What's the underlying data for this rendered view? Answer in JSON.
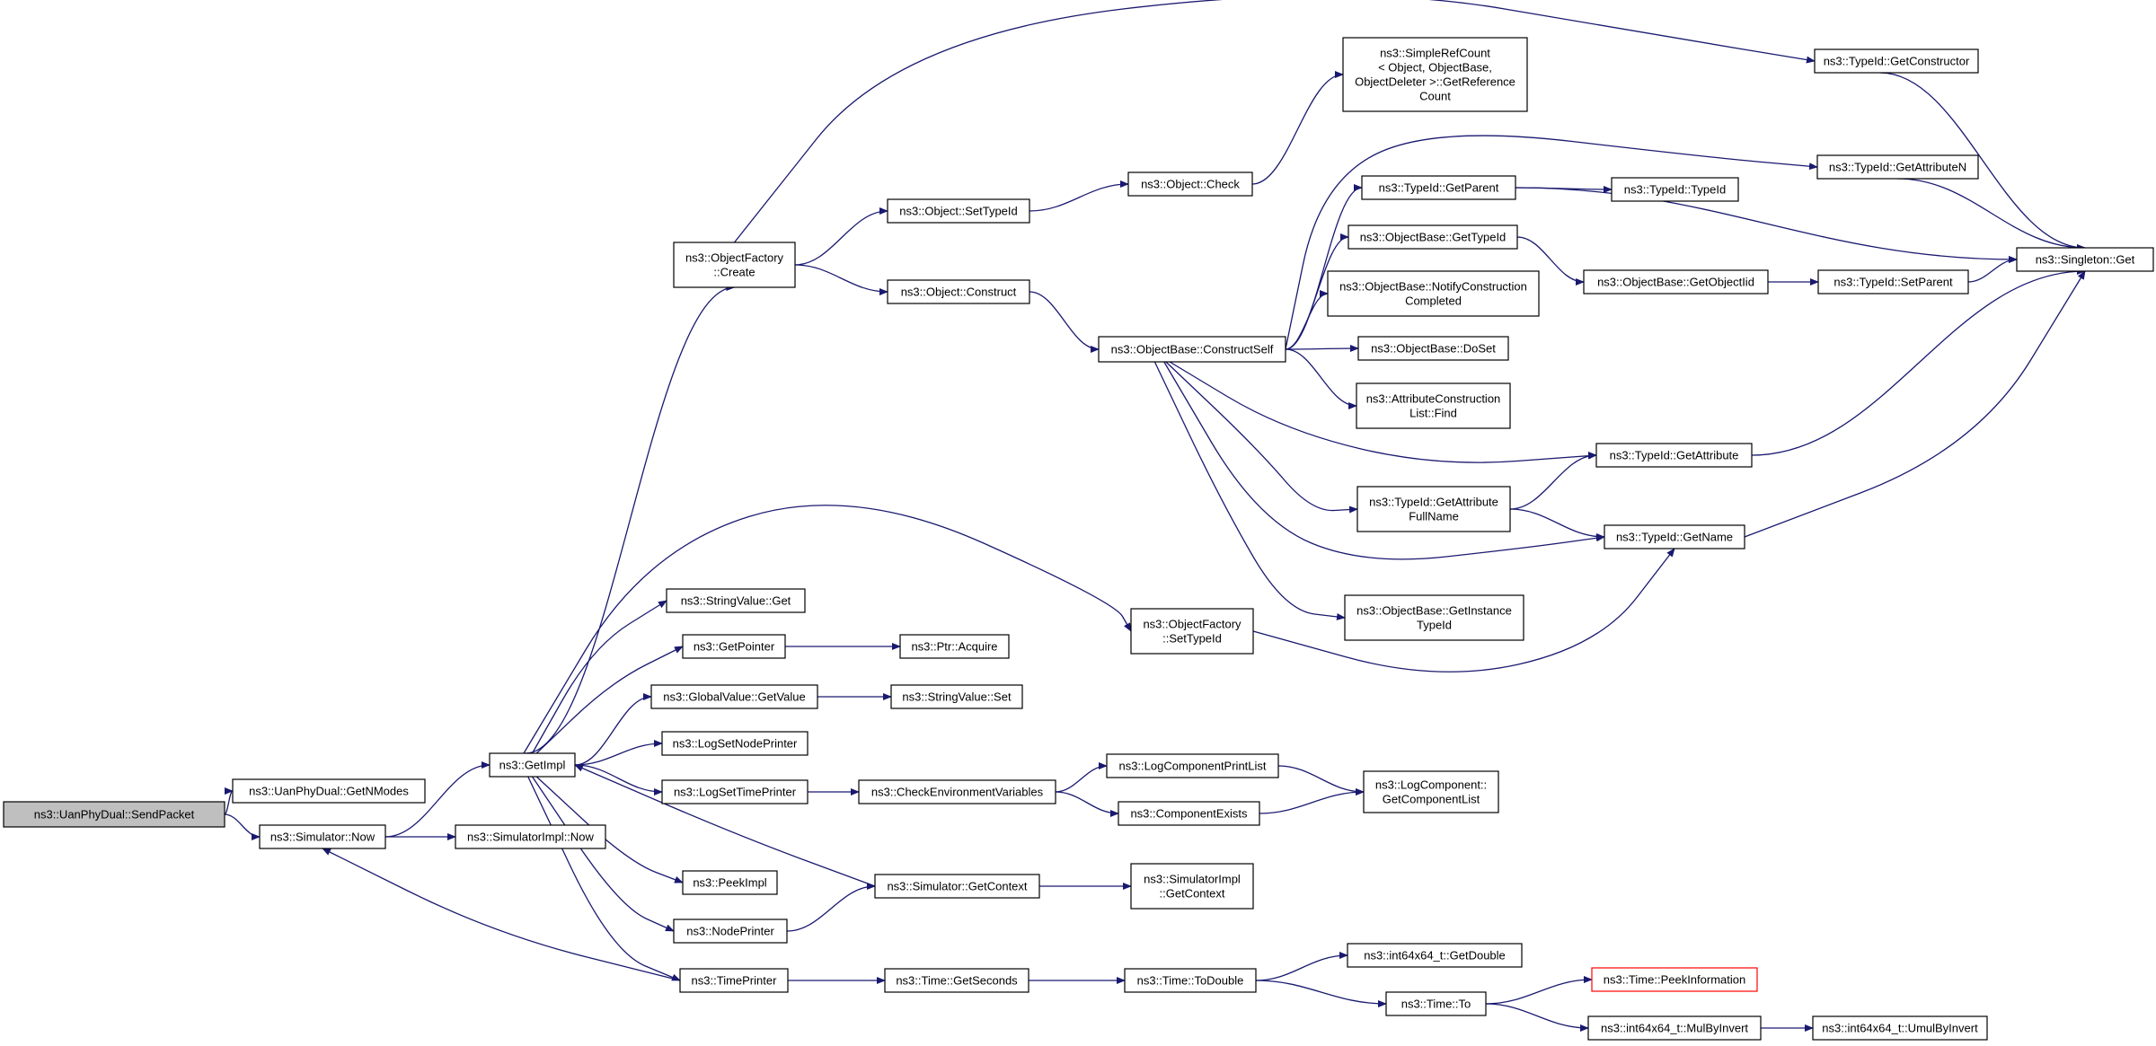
{
  "diagram": {
    "nodes": [
      {
        "id": "root",
        "lines": [
          "ns3::UanPhyDual::SendPacket"
        ],
        "style": "root"
      },
      {
        "id": "getnmodes",
        "lines": [
          "ns3::UanPhyDual::GetNModes"
        ]
      },
      {
        "id": "simnow",
        "lines": [
          "ns3::Simulator::Now"
        ]
      },
      {
        "id": "simimplnow",
        "lines": [
          "ns3::SimulatorImpl::Now"
        ]
      },
      {
        "id": "getimpl",
        "lines": [
          "ns3::GetImpl"
        ]
      },
      {
        "id": "ofcreate",
        "lines": [
          "ns3::ObjectFactory",
          "::Create"
        ]
      },
      {
        "id": "objsettypeid",
        "lines": [
          "ns3::Object::SetTypeId"
        ]
      },
      {
        "id": "objconstruct",
        "lines": [
          "ns3::Object::Construct"
        ]
      },
      {
        "id": "objcheck",
        "lines": [
          "ns3::Object::Check"
        ]
      },
      {
        "id": "simplerefcount",
        "lines": [
          "ns3::SimpleRefCount",
          "< Object, ObjectBase,",
          "ObjectDeleter >::GetReference",
          "Count"
        ]
      },
      {
        "id": "constructself",
        "lines": [
          "ns3::ObjectBase::ConstructSelf"
        ]
      },
      {
        "id": "getparent",
        "lines": [
          "ns3::TypeId::GetParent"
        ]
      },
      {
        "id": "typeidctor",
        "lines": [
          "ns3::TypeId::TypeId"
        ]
      },
      {
        "id": "obgettypeid",
        "lines": [
          "ns3::ObjectBase::GetTypeId"
        ]
      },
      {
        "id": "notifyconstruction",
        "lines": [
          "ns3::ObjectBase::NotifyConstruction",
          "Completed"
        ]
      },
      {
        "id": "doset",
        "lines": [
          "ns3::ObjectBase::DoSet"
        ]
      },
      {
        "id": "attrconstruction",
        "lines": [
          "ns3::AttributeConstruction",
          "List::Find"
        ]
      },
      {
        "id": "getattrfullname",
        "lines": [
          "ns3::TypeId::GetAttribute",
          "FullName"
        ]
      },
      {
        "id": "getinstancetypeid",
        "lines": [
          "ns3::ObjectBase::GetInstance",
          "TypeId"
        ]
      },
      {
        "id": "getobjectiid",
        "lines": [
          "ns3::ObjectBase::GetObjectIid"
        ]
      },
      {
        "id": "setparent",
        "lines": [
          "ns3::TypeId::SetParent"
        ]
      },
      {
        "id": "getattribute",
        "lines": [
          "ns3::TypeId::GetAttribute"
        ]
      },
      {
        "id": "getname",
        "lines": [
          "ns3::TypeId::GetName"
        ]
      },
      {
        "id": "getconstructor",
        "lines": [
          "ns3::TypeId::GetConstructor"
        ]
      },
      {
        "id": "getattributen",
        "lines": [
          "ns3::TypeId::GetAttributeN"
        ]
      },
      {
        "id": "singletonget",
        "lines": [
          "ns3::Singleton::Get"
        ]
      },
      {
        "id": "stringvalueget",
        "lines": [
          "ns3::StringValue::Get"
        ]
      },
      {
        "id": "getpointer",
        "lines": [
          "ns3::GetPointer"
        ]
      },
      {
        "id": "ptracquire",
        "lines": [
          "ns3::Ptr::Acquire"
        ]
      },
      {
        "id": "globalvaluegetvalue",
        "lines": [
          "ns3::GlobalValue::GetValue"
        ]
      },
      {
        "id": "stringvalueset",
        "lines": [
          "ns3::StringValue::Set"
        ]
      },
      {
        "id": "logsetnodeprinter",
        "lines": [
          "ns3::LogSetNodePrinter"
        ]
      },
      {
        "id": "logsettimeprinter",
        "lines": [
          "ns3::LogSetTimePrinter"
        ]
      },
      {
        "id": "checkenv",
        "lines": [
          "ns3::CheckEnvironmentVariables"
        ]
      },
      {
        "id": "logcompprintlist",
        "lines": [
          "ns3::LogComponentPrintList"
        ]
      },
      {
        "id": "componentexists",
        "lines": [
          "ns3::ComponentExists"
        ]
      },
      {
        "id": "getcomponentlist",
        "lines": [
          "ns3::LogComponent::",
          "GetComponentList"
        ]
      },
      {
        "id": "ofsettypeid",
        "lines": [
          "ns3::ObjectFactory",
          "::SetTypeId"
        ]
      },
      {
        "id": "peekimpl",
        "lines": [
          "ns3::PeekImpl"
        ]
      },
      {
        "id": "nodeprinter",
        "lines": [
          "ns3::NodePrinter"
        ]
      },
      {
        "id": "simgetcontext",
        "lines": [
          "ns3::Simulator::GetContext"
        ]
      },
      {
        "id": "simimplgetcontext",
        "lines": [
          "ns3::SimulatorImpl",
          "::GetContext"
        ]
      },
      {
        "id": "timeprinter",
        "lines": [
          "ns3::TimePrinter"
        ]
      },
      {
        "id": "timegetseconds",
        "lines": [
          "ns3::Time::GetSeconds"
        ]
      },
      {
        "id": "timetodouble",
        "lines": [
          "ns3::Time::ToDouble"
        ]
      },
      {
        "id": "int64getdouble",
        "lines": [
          "ns3::int64x64_t::GetDouble"
        ]
      },
      {
        "id": "timeto",
        "lines": [
          "ns3::Time::To"
        ]
      },
      {
        "id": "peekinformation",
        "lines": [
          "ns3::Time::PeekInformation"
        ],
        "style": "truncated"
      },
      {
        "id": "mulbyinvert",
        "lines": [
          "ns3::int64x64_t::MulByInvert"
        ]
      },
      {
        "id": "umulbyinvert",
        "lines": [
          "ns3::int64x64_t::UmulByInvert"
        ]
      }
    ],
    "edges": [
      [
        "root",
        "getnmodes"
      ],
      [
        "root",
        "simnow"
      ],
      [
        "simnow",
        "getimpl"
      ],
      [
        "simnow",
        "simimplnow"
      ],
      [
        "getimpl",
        "ofcreate"
      ],
      [
        "getimpl",
        "ofsettypeid"
      ],
      [
        "getimpl",
        "stringvalueget"
      ],
      [
        "getimpl",
        "getpointer"
      ],
      [
        "getimpl",
        "globalvaluegetvalue"
      ],
      [
        "getimpl",
        "logsetnodeprinter"
      ],
      [
        "getimpl",
        "logsettimeprinter"
      ],
      [
        "getimpl",
        "peekimpl"
      ],
      [
        "getimpl",
        "nodeprinter"
      ],
      [
        "getimpl",
        "timeprinter"
      ],
      [
        "ofcreate",
        "getconstructor"
      ],
      [
        "ofcreate",
        "objsettypeid"
      ],
      [
        "ofcreate",
        "objconstruct"
      ],
      [
        "objsettypeid",
        "objcheck"
      ],
      [
        "objcheck",
        "simplerefcount"
      ],
      [
        "objconstruct",
        "constructself"
      ],
      [
        "constructself",
        "getattributen"
      ],
      [
        "constructself",
        "getparent"
      ],
      [
        "constructself",
        "obgettypeid"
      ],
      [
        "constructself",
        "notifyconstruction"
      ],
      [
        "constructself",
        "doset"
      ],
      [
        "constructself",
        "attrconstruction"
      ],
      [
        "constructself",
        "getattribute"
      ],
      [
        "constructself",
        "getattrfullname"
      ],
      [
        "constructself",
        "getname"
      ],
      [
        "constructself",
        "getinstancetypeid"
      ],
      [
        "getparent",
        "typeidctor"
      ],
      [
        "getparent",
        "singletonget"
      ],
      [
        "obgettypeid",
        "getobjectiid"
      ],
      [
        "getobjectiid",
        "setparent"
      ],
      [
        "setparent",
        "singletonget"
      ],
      [
        "getattrfullname",
        "getattribute"
      ],
      [
        "getattrfullname",
        "getname"
      ],
      [
        "getattribute",
        "singletonget"
      ],
      [
        "getname",
        "singletonget"
      ],
      [
        "getconstructor",
        "singletonget"
      ],
      [
        "getattributen",
        "singletonget"
      ],
      [
        "ofsettypeid",
        "getname"
      ],
      [
        "getpointer",
        "ptracquire"
      ],
      [
        "globalvaluegetvalue",
        "stringvalueset"
      ],
      [
        "logsettimeprinter",
        "checkenv"
      ],
      [
        "checkenv",
        "logcompprintlist"
      ],
      [
        "checkenv",
        "componentexists"
      ],
      [
        "logcompprintlist",
        "getcomponentlist"
      ],
      [
        "componentexists",
        "getcomponentlist"
      ],
      [
        "nodeprinter",
        "simgetcontext"
      ],
      [
        "simgetcontext",
        "getimpl"
      ],
      [
        "simgetcontext",
        "simimplgetcontext"
      ],
      [
        "timeprinter",
        "simnow"
      ],
      [
        "timeprinter",
        "timegetseconds"
      ],
      [
        "timegetseconds",
        "timetodouble"
      ],
      [
        "timetodouble",
        "int64getdouble"
      ],
      [
        "timetodouble",
        "timeto"
      ],
      [
        "timeto",
        "peekinformation"
      ],
      [
        "timeto",
        "mulbyinvert"
      ],
      [
        "mulbyinvert",
        "umulbyinvert"
      ]
    ]
  }
}
